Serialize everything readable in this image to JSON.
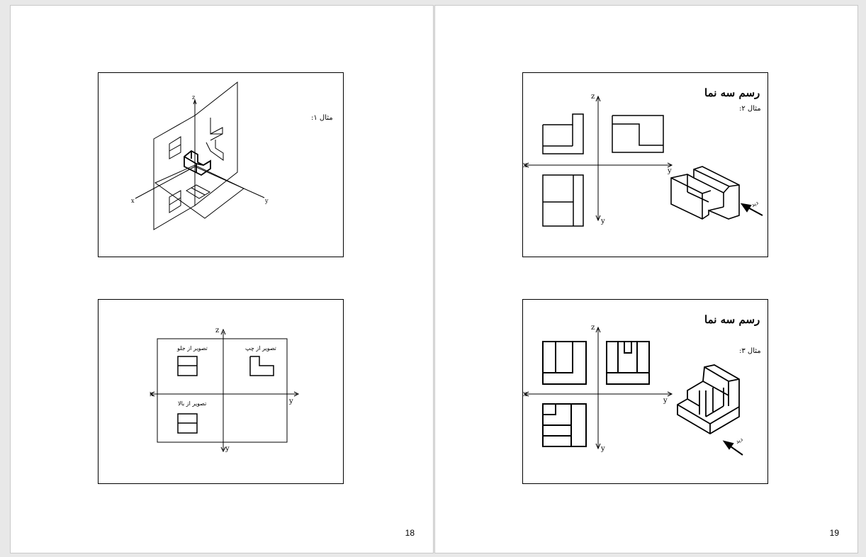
{
  "pages": [
    {
      "number": "18",
      "slides": [
        {
          "caption": "مثال ۱:",
          "axis_x": "x",
          "axis_y": "y",
          "axis_z": "z"
        },
        {
          "axis_x": "x",
          "axis_y": "y",
          "axis_y2": "y",
          "axis_z": "z",
          "front_label": "تصویر از جلو",
          "left_label": "تصویر از چپ",
          "top_label": "تصویر از بالا"
        }
      ]
    },
    {
      "number": "19",
      "slides": [
        {
          "title": "رسم سه نما",
          "caption": "مثال ۲:",
          "axis_x": "x",
          "axis_y": "y",
          "axis_y2": "y",
          "axis_z": "z",
          "arrow_label": "دید"
        },
        {
          "title": "رسم سه نما",
          "caption": "مثال ۳:",
          "axis_x": "x",
          "axis_y": "y",
          "axis_y2": "y",
          "axis_z": "z",
          "arrow_label": "دید"
        }
      ]
    }
  ],
  "colors": {
    "ink": "#000000",
    "page_bg": "#ffffff",
    "desk_bg": "#e8e8e8",
    "page_border": "#c8c8c8"
  }
}
